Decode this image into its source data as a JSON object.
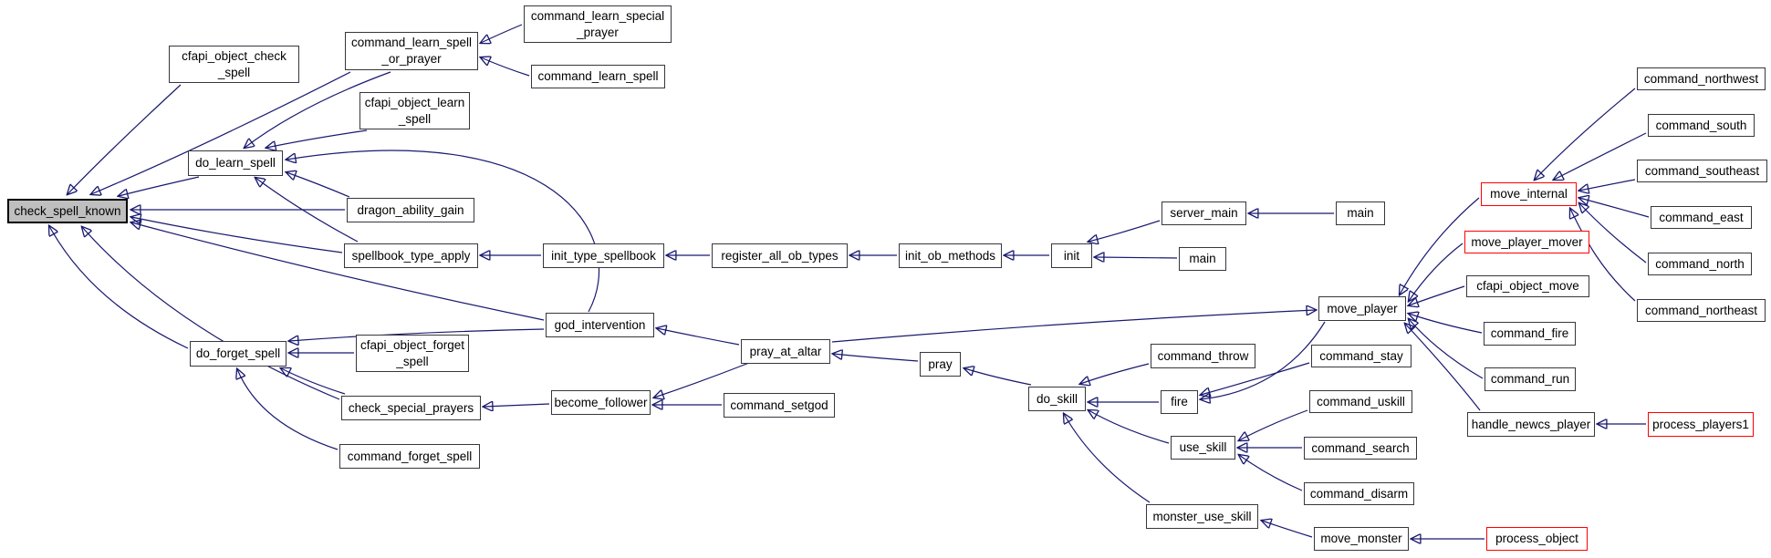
{
  "diagram": {
    "type": "call-graph",
    "focus_node": "check_spell_known",
    "edge_direction": "caller_to_callee",
    "colors": {
      "edge": "#191970",
      "node_border": "#36363e",
      "node_fill": "#ffffff",
      "focus_fill": "#bfbfbf",
      "focus_border": "#000000",
      "truncated_border": "#ff0000",
      "text": "#000000"
    },
    "nodes": {
      "check_spell_known": {
        "label": "check_spell_known",
        "style": "focus"
      },
      "cfapi_object_check_spell": {
        "label": "cfapi_object_check\n_spell",
        "style": "normal"
      },
      "command_learn_spell_or_prayer": {
        "label": "command_learn_spell\n_or_prayer",
        "style": "normal"
      },
      "command_learn_special_prayer": {
        "label": "command_learn_special\n_prayer",
        "style": "normal"
      },
      "command_learn_spell": {
        "label": "command_learn_spell",
        "style": "normal"
      },
      "cfapi_object_learn_spell": {
        "label": "cfapi_object_learn\n_spell",
        "style": "normal"
      },
      "do_learn_spell": {
        "label": "do_learn_spell",
        "style": "normal"
      },
      "dragon_ability_gain": {
        "label": "dragon_ability_gain",
        "style": "normal"
      },
      "spellbook_type_apply": {
        "label": "spellbook_type_apply",
        "style": "normal"
      },
      "init_type_spellbook": {
        "label": "init_type_spellbook",
        "style": "normal"
      },
      "register_all_ob_types": {
        "label": "register_all_ob_types",
        "style": "normal"
      },
      "init_ob_methods": {
        "label": "init_ob_methods",
        "style": "normal"
      },
      "init": {
        "label": "init",
        "style": "normal"
      },
      "server_main": {
        "label": "server_main",
        "style": "normal"
      },
      "main_1": {
        "label": "main",
        "style": "normal"
      },
      "main_2": {
        "label": "main",
        "style": "normal"
      },
      "god_intervention": {
        "label": "god_intervention",
        "style": "normal"
      },
      "do_forget_spell": {
        "label": "do_forget_spell",
        "style": "normal"
      },
      "cfapi_object_forget_spell": {
        "label": "cfapi_object_forget\n_spell",
        "style": "normal"
      },
      "check_special_prayers": {
        "label": "check_special_prayers",
        "style": "normal"
      },
      "command_forget_spell": {
        "label": "command_forget_spell",
        "style": "normal"
      },
      "become_follower": {
        "label": "become_follower",
        "style": "normal"
      },
      "command_setgod": {
        "label": "command_setgod",
        "style": "normal"
      },
      "pray_at_altar": {
        "label": "pray_at_altar",
        "style": "normal"
      },
      "pray": {
        "label": "pray",
        "style": "normal"
      },
      "do_skill": {
        "label": "do_skill",
        "style": "normal"
      },
      "command_throw": {
        "label": "command_throw",
        "style": "normal"
      },
      "fire": {
        "label": "fire",
        "style": "normal"
      },
      "command_stay": {
        "label": "command_stay",
        "style": "normal"
      },
      "command_uskill": {
        "label": "command_uskill",
        "style": "normal"
      },
      "use_skill": {
        "label": "use_skill",
        "style": "normal"
      },
      "command_search": {
        "label": "command_search",
        "style": "normal"
      },
      "command_disarm": {
        "label": "command_disarm",
        "style": "normal"
      },
      "monster_use_skill": {
        "label": "monster_use_skill",
        "style": "normal"
      },
      "move_monster": {
        "label": "move_monster",
        "style": "normal"
      },
      "process_object": {
        "label": "process_object",
        "style": "truncated"
      },
      "move_player": {
        "label": "move_player",
        "style": "normal"
      },
      "move_internal": {
        "label": "move_internal",
        "style": "truncated"
      },
      "move_player_mover": {
        "label": "move_player_mover",
        "style": "truncated"
      },
      "cfapi_object_move": {
        "label": "cfapi_object_move",
        "style": "normal"
      },
      "command_fire": {
        "label": "command_fire",
        "style": "normal"
      },
      "command_run": {
        "label": "command_run",
        "style": "normal"
      },
      "handle_newcs_player": {
        "label": "handle_newcs_player",
        "style": "normal"
      },
      "process_players1": {
        "label": "process_players1",
        "style": "truncated"
      },
      "command_northwest": {
        "label": "command_northwest",
        "style": "normal"
      },
      "command_south": {
        "label": "command_south",
        "style": "normal"
      },
      "command_southeast": {
        "label": "command_southeast",
        "style": "normal"
      },
      "command_east": {
        "label": "command_east",
        "style": "normal"
      },
      "command_north": {
        "label": "command_north",
        "style": "normal"
      },
      "command_northeast": {
        "label": "command_northeast",
        "style": "normal"
      }
    },
    "edges": [
      [
        "cfapi_object_check_spell",
        "check_spell_known"
      ],
      [
        "command_learn_spell_or_prayer",
        "check_spell_known"
      ],
      [
        "do_learn_spell",
        "check_spell_known"
      ],
      [
        "dragon_ability_gain",
        "check_spell_known"
      ],
      [
        "spellbook_type_apply",
        "check_spell_known"
      ],
      [
        "god_intervention",
        "check_spell_known"
      ],
      [
        "do_forget_spell",
        "check_spell_known"
      ],
      [
        "check_special_prayers",
        "check_spell_known"
      ],
      [
        "command_learn_special_prayer",
        "command_learn_spell_or_prayer"
      ],
      [
        "command_learn_spell",
        "command_learn_spell_or_prayer"
      ],
      [
        "command_learn_spell_or_prayer",
        "do_learn_spell"
      ],
      [
        "cfapi_object_learn_spell",
        "do_learn_spell"
      ],
      [
        "dragon_ability_gain",
        "do_learn_spell"
      ],
      [
        "spellbook_type_apply",
        "do_learn_spell"
      ],
      [
        "god_intervention",
        "do_learn_spell"
      ],
      [
        "init_type_spellbook",
        "spellbook_type_apply"
      ],
      [
        "register_all_ob_types",
        "init_type_spellbook"
      ],
      [
        "init_ob_methods",
        "register_all_ob_types"
      ],
      [
        "init",
        "init_ob_methods"
      ],
      [
        "server_main",
        "init"
      ],
      [
        "main_2",
        "init"
      ],
      [
        "main_1",
        "server_main"
      ],
      [
        "cfapi_object_forget_spell",
        "do_forget_spell"
      ],
      [
        "god_intervention",
        "do_forget_spell"
      ],
      [
        "check_special_prayers",
        "do_forget_spell"
      ],
      [
        "command_forget_spell",
        "do_forget_spell"
      ],
      [
        "pray_at_altar",
        "god_intervention"
      ],
      [
        "become_follower",
        "check_special_prayers"
      ],
      [
        "pray_at_altar",
        "become_follower"
      ],
      [
        "command_setgod",
        "become_follower"
      ],
      [
        "pray",
        "pray_at_altar"
      ],
      [
        "do_skill",
        "pray"
      ],
      [
        "command_throw",
        "do_skill"
      ],
      [
        "fire",
        "do_skill"
      ],
      [
        "use_skill",
        "do_skill"
      ],
      [
        "monster_use_skill",
        "do_skill"
      ],
      [
        "move_player",
        "fire"
      ],
      [
        "command_stay",
        "fire"
      ],
      [
        "command_uskill",
        "use_skill"
      ],
      [
        "command_search",
        "use_skill"
      ],
      [
        "command_disarm",
        "use_skill"
      ],
      [
        "move_monster",
        "monster_use_skill"
      ],
      [
        "process_object",
        "move_monster"
      ],
      [
        "pray_at_altar",
        "move_player"
      ],
      [
        "move_internal",
        "move_player"
      ],
      [
        "move_player_mover",
        "move_player"
      ],
      [
        "cfapi_object_move",
        "move_player"
      ],
      [
        "command_fire",
        "move_player"
      ],
      [
        "command_run",
        "move_player"
      ],
      [
        "handle_newcs_player",
        "move_player"
      ],
      [
        "process_players1",
        "handle_newcs_player"
      ],
      [
        "command_northwest",
        "move_internal"
      ],
      [
        "command_south",
        "move_internal"
      ],
      [
        "command_southeast",
        "move_internal"
      ],
      [
        "command_east",
        "move_internal"
      ],
      [
        "command_north",
        "move_internal"
      ],
      [
        "command_northeast",
        "move_internal"
      ]
    ]
  }
}
